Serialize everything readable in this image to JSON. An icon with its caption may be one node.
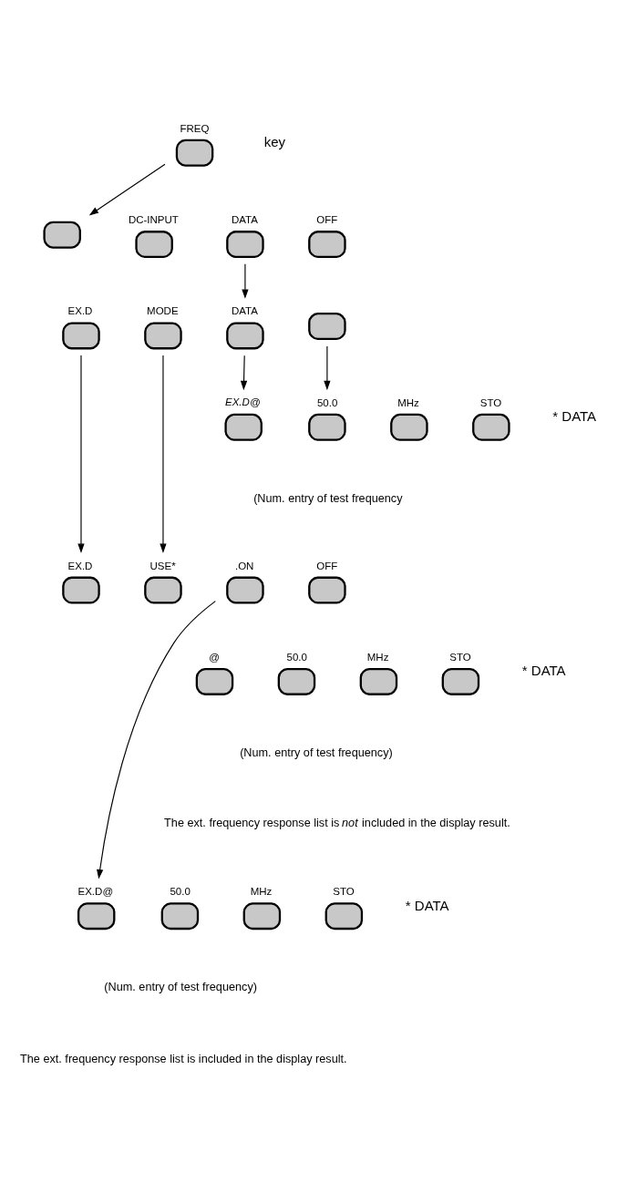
{
  "diagram": {
    "nodes": [
      {
        "text": [
          "FREQ"
        ],
        "beside": [
          "key"
        ]
      },
      {
        "text": [],
        "shape": "box"
      },
      {
        "text": [
          "DC-INPUT"
        ]
      },
      {
        "text": [
          "DATA"
        ]
      },
      {
        "text": [
          "OFF"
        ]
      },
      {
        "text": [
          "EX.D"
        ]
      },
      {
        "text": [
          "MODE"
        ]
      },
      {
        "text": [
          "DATA"
        ]
      },
      {
        "text": [],
        "shape": "box"
      },
      {
        "text": [
          "EX.D@"
        ]
      },
      {
        "text": [
          "50.0"
        ]
      },
      {
        "text": [
          "MHz"
        ]
      },
      {
        "text": [
          "STO"
        ],
        "beside": [
          "* DATA"
        ]
      },
      {
        "text": [
          "EX.D"
        ]
      },
      {
        "text": [
          "USE*"
        ]
      },
      {
        "text": [
          ".ON"
        ]
      },
      {
        "text": [
          "OFF"
        ]
      },
      {
        "text": [
          "@"
        ]
      },
      {
        "text": [
          "50.0"
        ]
      },
      {
        "text": [
          "MHz"
        ]
      },
      {
        "text": [
          "STO"
        ],
        "beside": [
          "* DATA"
        ]
      },
      {
        "text": [
          "EX.D@"
        ]
      },
      {
        "text": [
          "50.0"
        ]
      },
      {
        "text": [
          "MHz"
        ]
      },
      {
        "text": [
          "STO"
        ],
        "beside": [
          "* DATA"
        ]
      }
    ],
    "edges": [
      {
        "from": 0,
        "to": 1,
        "arrow": "to"
      },
      {
        "from": 3,
        "to": 7,
        "arrow": "to"
      },
      {
        "from": 7,
        "to": 9,
        "arrow": "to"
      },
      {
        "from": 8,
        "to": 10,
        "arrow": "to"
      },
      {
        "from": 5,
        "to": 13,
        "arrow": "to"
      },
      {
        "from": 6,
        "to": 14,
        "arrow": "to"
      },
      {
        "from": 15,
        "to": 21,
        "arrow": "to"
      }
    ],
    "labels": [
      "(Num. entry of test frequency",
      "(Num. entry of test frequency)",
      "The ext. frequency response list is *not* included in the display result.",
      "(Num. entry of test frequency)",
      "The ext. frequency response list is included in the display result."
    ]
  }
}
